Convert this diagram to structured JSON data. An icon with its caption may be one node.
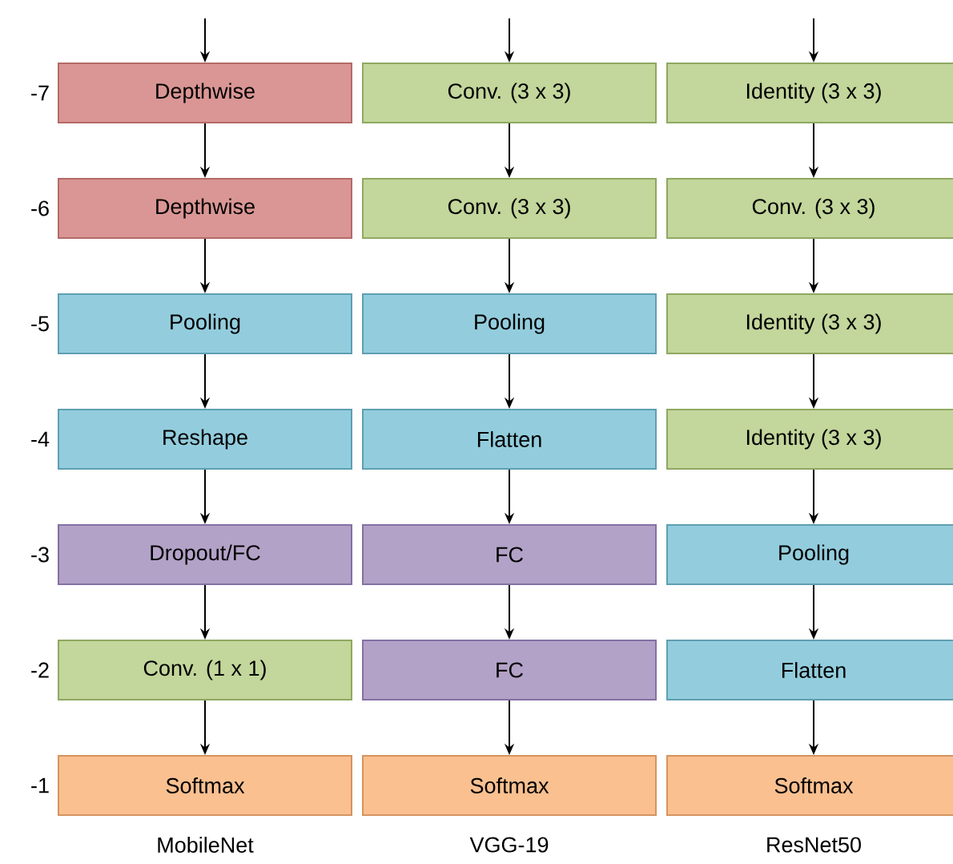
{
  "diagram": {
    "nodes": [
      {
        "text": [
          "Depthwise"
        ]
      },
      {
        "text": [
          "Conv. (3 x 3)"
        ]
      },
      {
        "text": [
          "Identity (3 x 3)"
        ]
      },
      {
        "text": [
          "Depthwise"
        ]
      },
      {
        "text": [
          "Conv. (3 x 3)"
        ]
      },
      {
        "text": [
          "Conv. (3 x 3)"
        ]
      },
      {
        "text": [
          "Pooling"
        ]
      },
      {
        "text": [
          "Pooling"
        ]
      },
      {
        "text": [
          "Identity (3 x 3)"
        ]
      },
      {
        "text": [
          "Reshape"
        ]
      },
      {
        "text": [
          "Flatten"
        ]
      },
      {
        "text": [
          "Identity (3 x 3)"
        ]
      },
      {
        "text": [
          "Dropout/FC"
        ]
      },
      {
        "text": [
          "FC"
        ]
      },
      {
        "text": [
          "Pooling"
        ]
      },
      {
        "text": [
          "Conv. (1 x 1)"
        ]
      },
      {
        "text": [
          "FC"
        ]
      },
      {
        "text": [
          "Flatten"
        ]
      },
      {
        "text": [
          "Softmax"
        ]
      },
      {
        "text": [
          "Softmax"
        ]
      },
      {
        "text": [
          "Softmax"
        ]
      }
    ],
    "edges": [
      {
        "from": null,
        "to": 0,
        "arrow": "to"
      },
      {
        "from": null,
        "to": 1,
        "arrow": "to"
      },
      {
        "from": null,
        "to": 2,
        "arrow": "to"
      },
      {
        "from": 0,
        "to": 3,
        "arrow": "to"
      },
      {
        "from": 1,
        "to": 4,
        "arrow": "to"
      },
      {
        "from": 2,
        "to": 5,
        "arrow": "to"
      },
      {
        "from": 3,
        "to": 6,
        "arrow": "to"
      },
      {
        "from": 4,
        "to": 7,
        "arrow": "to"
      },
      {
        "from": 5,
        "to": 8,
        "arrow": "to"
      },
      {
        "from": 6,
        "to": 9,
        "arrow": "to"
      },
      {
        "from": 7,
        "to": 10,
        "arrow": "to"
      },
      {
        "from": 8,
        "to": 11,
        "arrow": "to"
      },
      {
        "from": 9,
        "to": 12,
        "arrow": "to"
      },
      {
        "from": 10,
        "to": 13,
        "arrow": "to"
      },
      {
        "from": 11,
        "to": 14,
        "arrow": "to"
      },
      {
        "from": 12,
        "to": 15,
        "arrow": "to"
      },
      {
        "from": 13,
        "to": 16,
        "arrow": "to"
      },
      {
        "from": 14,
        "to": 17,
        "arrow": "to"
      },
      {
        "from": 15,
        "to": 18,
        "arrow": "to"
      },
      {
        "from": 16,
        "to": 19,
        "arrow": "to"
      },
      {
        "from": 17,
        "to": 20,
        "arrow": "to"
      }
    ],
    "labels": [
      "-7",
      "-6",
      "-5",
      "-4",
      "-3",
      "-2",
      "-1",
      "MobileNet",
      "VGG-19",
      "ResNet50"
    ]
  }
}
